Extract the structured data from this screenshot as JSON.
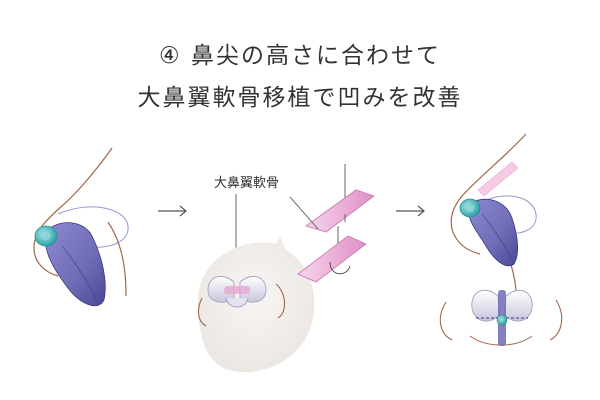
{
  "title": {
    "line1": "④ 鼻尖の高さに合わせて",
    "line2": "大鼻翼軟骨移植で凹みを改善"
  },
  "labels": {
    "cartilage": "大鼻翼軟骨"
  },
  "colors": {
    "skin_line": "#a0694b",
    "nose_tip": "#6f6bb5",
    "nose_tip_dark": "#3c3980",
    "teal_marker": "#47b9bf",
    "graft_pink": "#e8a6d2",
    "graft_pink_light": "#f6d6ec",
    "circle_bg": "#f2efec",
    "arrow": "#555555",
    "text": "#333333"
  }
}
